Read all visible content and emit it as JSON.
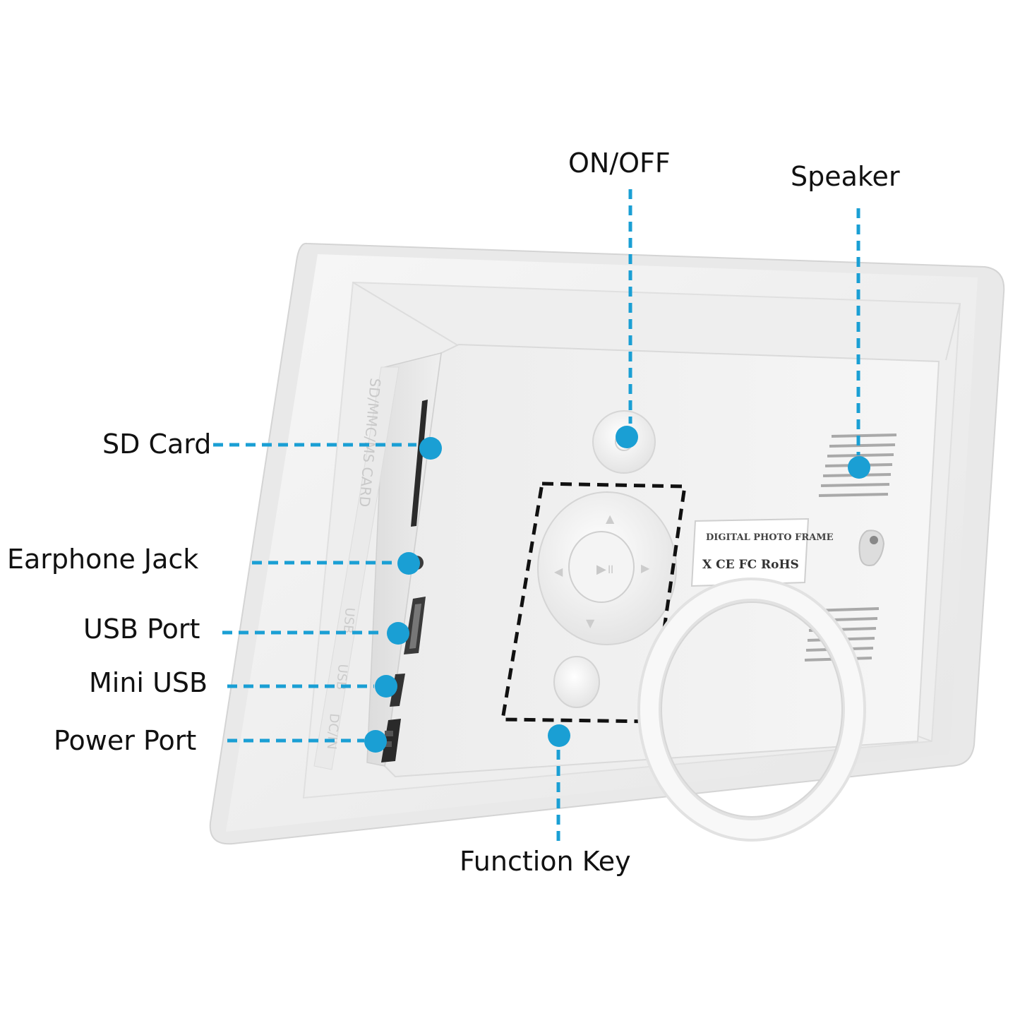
{
  "colors": {
    "accent": "#1a9fd4",
    "frame_white": "#f2f2f2",
    "outline_dash": "#111111"
  },
  "callouts": {
    "on_off": "ON/OFF",
    "speaker": "Speaker",
    "sd_card": "SD Card",
    "earphone_jack": "Earphone Jack",
    "usb_port": "USB Port",
    "mini_usb": "Mini USB",
    "power_port": "Power Port",
    "function_key": "Function Key"
  },
  "product": {
    "sticker_title": "DIGITAL PHOTO FRAME",
    "sticker_marks": "X CE FC RoHS",
    "side_label": "SD/MMC/MS CARD",
    "port_label_usb_a": "USB",
    "port_label_usb_b": "USB",
    "port_label_dc": "DC/IN"
  }
}
